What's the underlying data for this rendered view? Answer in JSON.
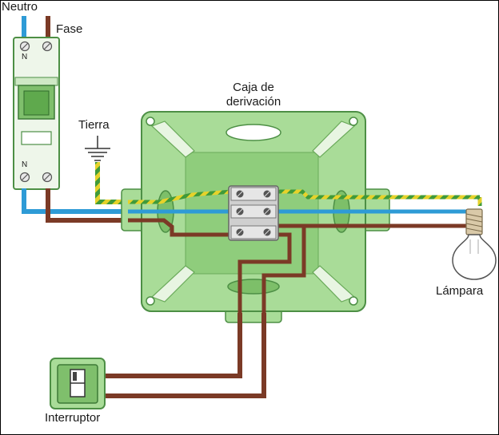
{
  "labels": {
    "neutral": "Neutro",
    "phase": "Fase",
    "ground": "Tierra",
    "junction_box_line1": "Caja de",
    "junction_box_line2": "derivación",
    "lamp": "Lámpara",
    "switch": "Interruptor"
  },
  "breaker": {
    "top_terminal_label": "N",
    "bottom_terminal_label": "N"
  },
  "colors": {
    "neutral_wire": "#2e9bd6",
    "phase_wire": "#7b3a26",
    "ground_wire_yellow": "#e6d22a",
    "ground_wire_green": "#3f9a3a",
    "box_fill": "#a9dc98",
    "box_stroke": "#4d8f45",
    "box_inner": "#8fcd7c"
  }
}
